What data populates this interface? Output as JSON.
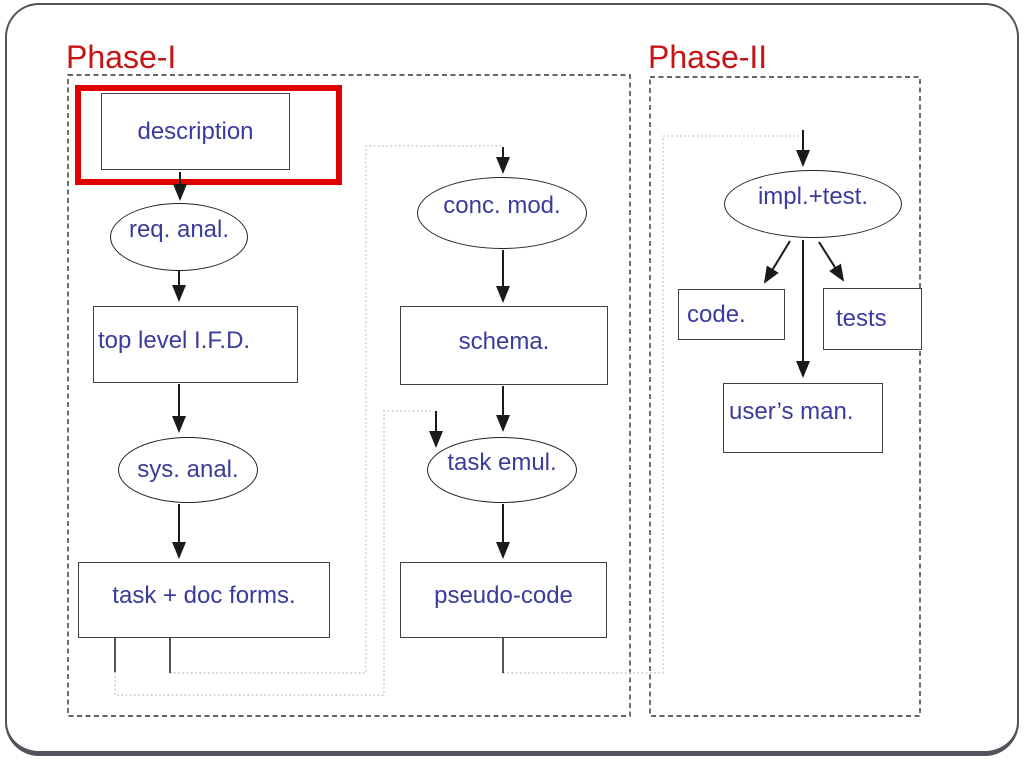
{
  "slide": {
    "phase1_title": "Phase-I",
    "phase2_title": "Phase-II"
  },
  "nodes": {
    "description": "description",
    "req_anal": "req. anal.",
    "top_level_ifd": "top level I.F.D.",
    "sys_anal": "sys. anal.",
    "task_doc_forms": "task + doc forms.",
    "conc_mod": "conc. mod.",
    "schema": "schema.",
    "task_emul": "task emul.",
    "pseudo_code": "pseudo-code",
    "impl_test": "impl.+test.",
    "code": "code.",
    "tests": "tests",
    "users_man": "user’s man."
  },
  "edges": [
    {
      "from": "description",
      "to": "req_anal",
      "style": "solid"
    },
    {
      "from": "req_anal",
      "to": "top_level_ifd",
      "style": "solid"
    },
    {
      "from": "top_level_ifd",
      "to": "sys_anal",
      "style": "solid"
    },
    {
      "from": "sys_anal",
      "to": "task_doc_forms",
      "style": "solid"
    },
    {
      "from": "task_doc_forms",
      "to": "conc_mod",
      "style": "dotted"
    },
    {
      "from": "task_doc_forms",
      "to": "task_emul",
      "style": "dotted"
    },
    {
      "from": "conc_mod",
      "to": "schema",
      "style": "solid"
    },
    {
      "from": "schema",
      "to": "task_emul",
      "style": "solid"
    },
    {
      "from": "task_emul",
      "to": "pseudo_code",
      "style": "solid"
    },
    {
      "from": "pseudo_code",
      "to": "impl_test",
      "style": "dotted"
    },
    {
      "from": "impl_test",
      "to": "code",
      "style": "solid"
    },
    {
      "from": "impl_test",
      "to": "tests",
      "style": "solid"
    },
    {
      "from": "impl_test",
      "to": "users_man",
      "style": "solid"
    }
  ],
  "colors": {
    "phase_title_red": "#c41414",
    "node_text_blue": "#3b3b9e",
    "highlight_red": "#e00000",
    "connector_gray": "#c6c6c6",
    "line_black": "#1a1a1a"
  }
}
